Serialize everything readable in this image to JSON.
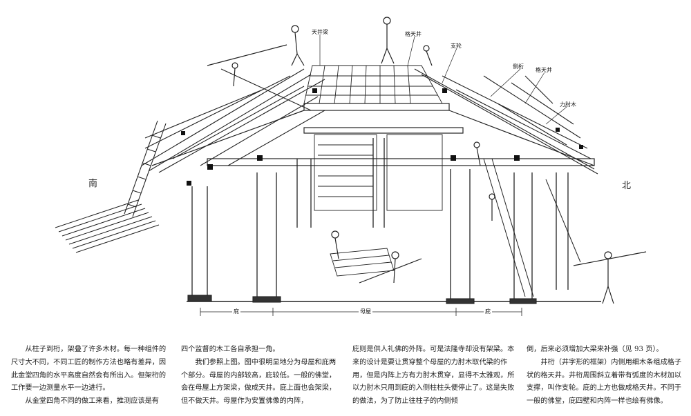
{
  "labels": {
    "tian_jing_liang": "天井梁",
    "ge_tian_jing_top": "格天井",
    "zhi_lun": "支轮",
    "ce_heng": "侧桁",
    "ge_tian_jing_right": "格天井",
    "li_zhou_mu": "力肘木",
    "south": "南",
    "north": "北",
    "bottom_left": "庇",
    "bottom_mid": "母屋",
    "bottom_right": "庇"
  },
  "body_text": {
    "col1_p1": "从柱子到桁，架叠了许多木材。每一种组件的尺寸大不同，不同工匠的制作方法也略有差异，因此金堂四角的水平高度自然会有所出入。但架桁的工作要一边测量水平一边进行。",
    "col1_p2": "从金堂四角不同的做工来看，推测应该是有",
    "col2_p1": "四个监督的木工各自承担一角。",
    "col2_p2": "我们参照上图。图中很明显地分为母屋和庇两个部分。母屋的内部较高，庇较低。一般的佛堂，会在母屋上方架梁，做成天井。庇上面也会架梁，但不做天井。母屋作为安置佛像的内阵，",
    "col3_p1": "庇则是供人礼佛的外阵。可是法隆寺却没有架梁。本来的设计是要让贯穿整个母屋的力肘木取代梁的作用，但是内阵上方有力肘木贯穿，显得不太雅观，所以力肘木只用到庇的入侧柱柱头便停止了。这是失败的做法，为了防止往柱子的内侧倾",
    "col4_p1": "倒，后来必须增加大梁来补强（见 93 页）。",
    "col4_p2": "井桁（井字形的框架）内侧用细木条组成格子状的格天井。井桁周围斜立着带有弧度的木材加以支撑，叫作支轮。庇的上方也做成格天井。不同于一般的佛堂，庇四壁和内阵一样也绘有佛像。"
  }
}
